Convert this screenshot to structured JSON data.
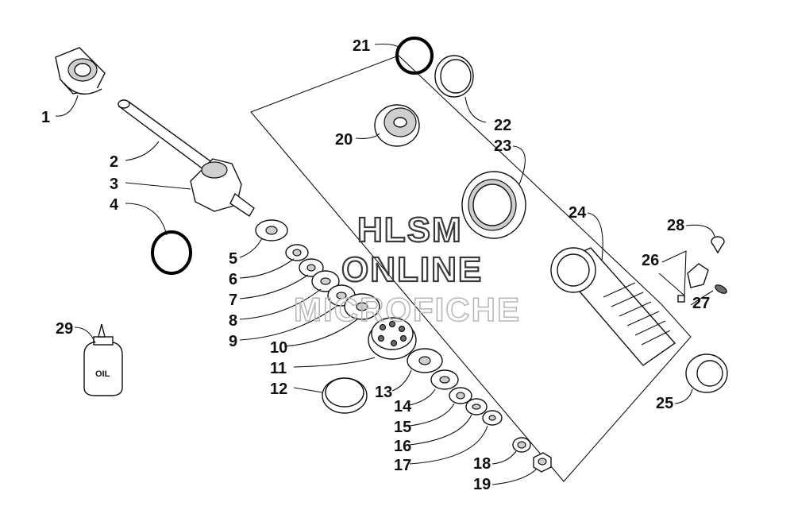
{
  "watermark": {
    "line1": "HLSM",
    "line2": "ONLINE",
    "line3": "MICROFICHE"
  },
  "oil_bottle_label": "OIL",
  "callouts": [
    "1",
    "2",
    "3",
    "4",
    "5",
    "6",
    "7",
    "8",
    "9",
    "10",
    "11",
    "12",
    "13",
    "14",
    "15",
    "16",
    "17",
    "18",
    "19",
    "20",
    "21",
    "22",
    "23",
    "24",
    "25",
    "26",
    "27",
    "28",
    "29"
  ]
}
